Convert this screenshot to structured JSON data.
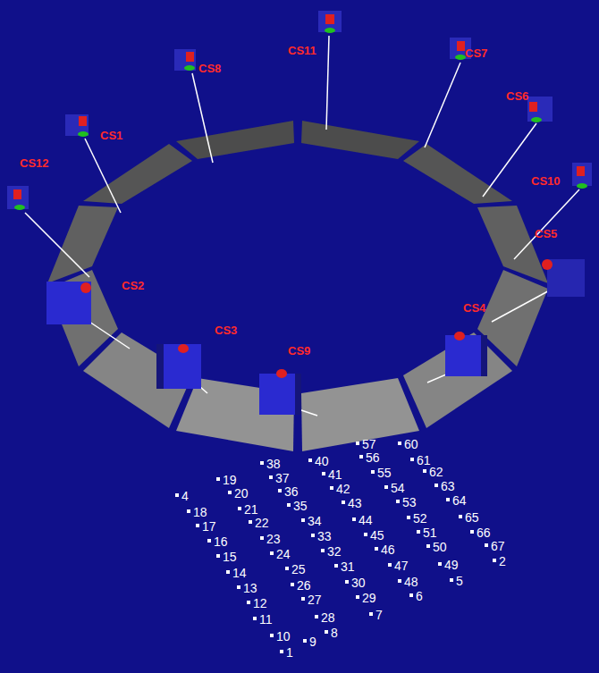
{
  "diagram": {
    "labels": [
      "CS8",
      "CS1",
      "CS12",
      "CS11",
      "CS7",
      "CS6",
      "CS10",
      "CS5",
      "CS2",
      "CS3",
      "CS9",
      "CS4",
      "60",
      "57",
      "38",
      "40",
      "56",
      "61",
      "19",
      "37",
      "41",
      "55",
      "62",
      "4",
      "20",
      "36",
      "42",
      "54",
      "63",
      "18",
      "21",
      "35",
      "43",
      "53",
      "64",
      "17",
      "22",
      "34",
      "44",
      "52",
      "65",
      "16",
      "23",
      "33",
      "45",
      "51",
      "66",
      "15",
      "24",
      "32",
      "46",
      "50",
      "67",
      "14",
      "25",
      "31",
      "47",
      "49",
      "2",
      "13",
      "26",
      "30",
      "48",
      "5",
      "12",
      "27",
      "29",
      "6",
      "11",
      "28",
      "7",
      "10",
      "8",
      "9",
      "1"
    ]
  }
}
